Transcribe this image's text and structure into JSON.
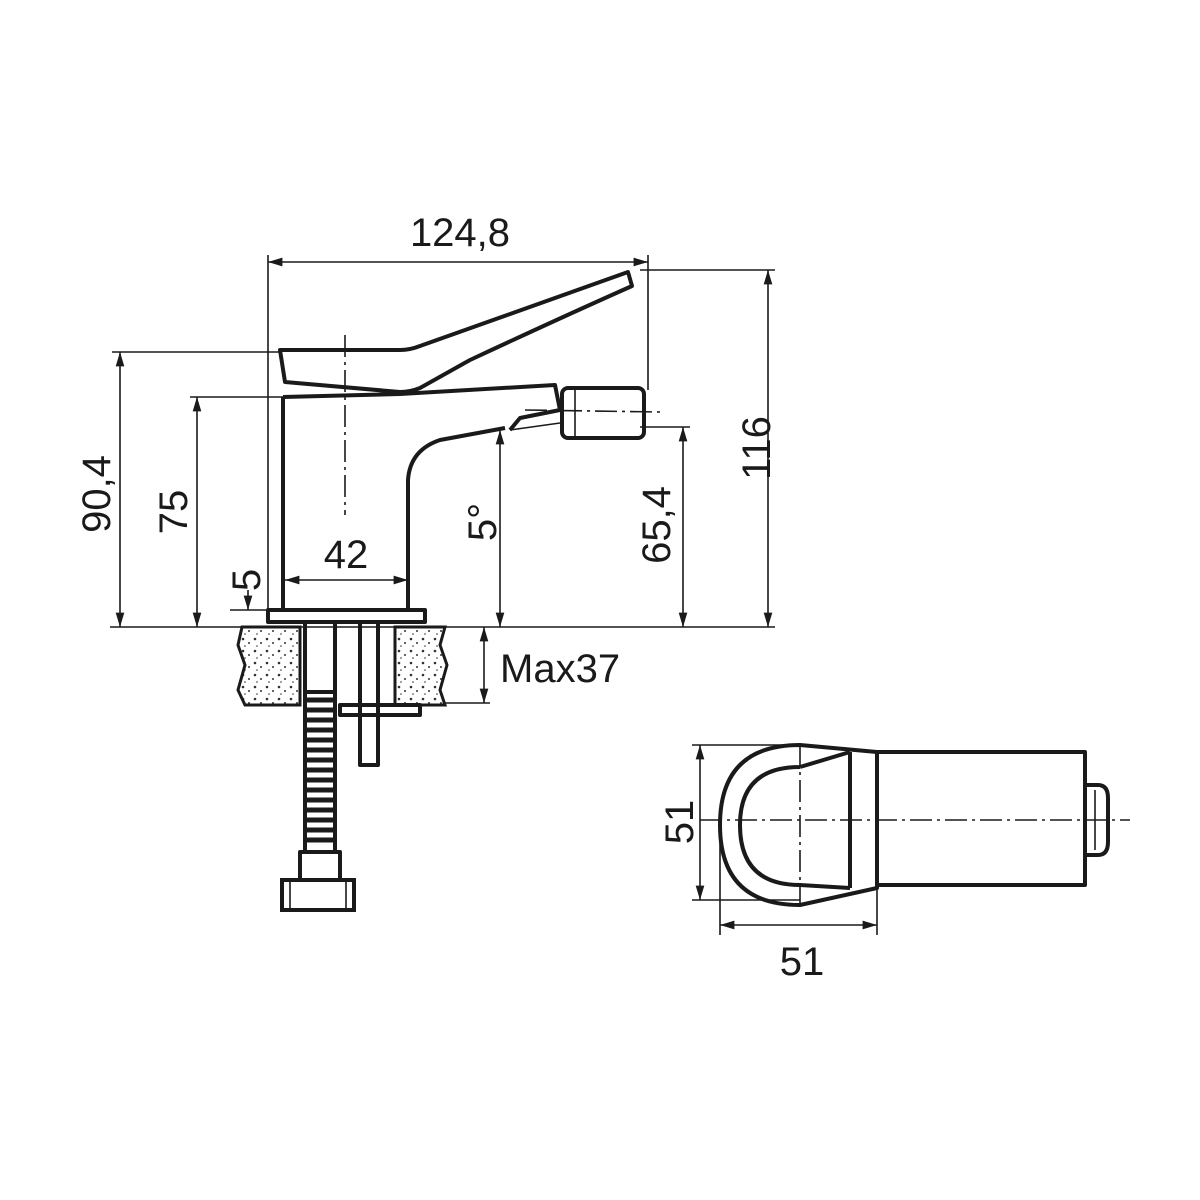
{
  "drawing": {
    "side_view": {
      "overall_width": "124,8",
      "overall_height": "116",
      "lever_height": "90,4",
      "body_height": "75",
      "base_thickness": "5",
      "body_width": "42",
      "spout_angle": "5°",
      "spout_height": "65,4",
      "max_counter_thickness": "Max37"
    },
    "top_view": {
      "depth": "51",
      "width": "51"
    }
  },
  "colors": {
    "line": "#1a1a1a",
    "background": "#ffffff"
  }
}
